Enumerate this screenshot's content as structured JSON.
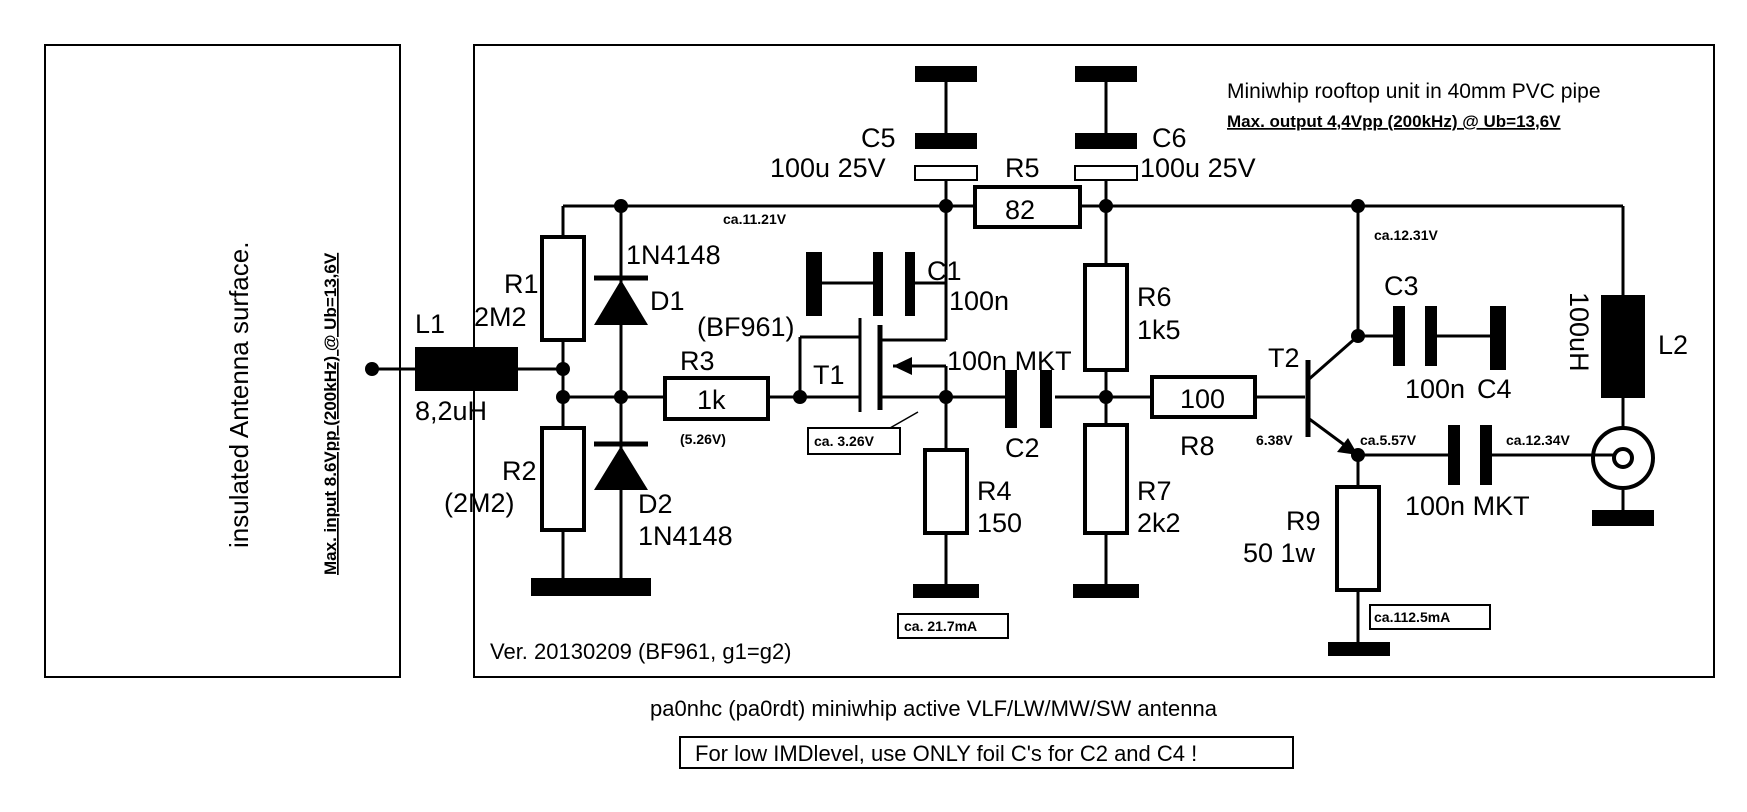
{
  "antenna_box": {
    "label": "insulated Antenna surface.",
    "max_input": "Max. input 8.6Vpp (200kHz) @ Ub=13,6V"
  },
  "unit_box": {
    "title": "Miniwhip rooftop unit in 40mm PVC pipe",
    "max_output": "Max. output 4,4Vpp (200kHz)  @ Ub=13,6V",
    "version": "Ver. 20130209 (BF961, g1=g2)"
  },
  "components": {
    "L1": {
      "name": "L1",
      "value": "8,2uH"
    },
    "R1": {
      "name": "R1",
      "value": "2M2"
    },
    "R2": {
      "name": "R2",
      "value": "(2M2)"
    },
    "D1": {
      "name": "D1",
      "type": "1N4148"
    },
    "D2": {
      "name": "D2",
      "type": "1N4148"
    },
    "R3": {
      "name": "R3",
      "value": "1k"
    },
    "T1": {
      "name": "T1",
      "type": "(BF961)"
    },
    "C1": {
      "name": "C1",
      "value": "100n"
    },
    "C2": {
      "name": "C2",
      "value": "100n MKT"
    },
    "C5": {
      "name": "C5",
      "value": "100u 25V"
    },
    "C6": {
      "name": "C6",
      "value": "100u 25V"
    },
    "R5": {
      "name": "R5",
      "value": "82"
    },
    "R4": {
      "name": "R4",
      "value": "150"
    },
    "R6": {
      "name": "R6",
      "value": "1k5"
    },
    "R7": {
      "name": "R7",
      "value": "2k2"
    },
    "R8": {
      "name": "R8",
      "value": "100"
    },
    "T2": {
      "name": "T2"
    },
    "C3": {
      "name": "C3",
      "value": "100n"
    },
    "C4": {
      "name": "C4",
      "value": "100n MKT"
    },
    "R9": {
      "name": "R9",
      "value": "50 1w"
    },
    "L2": {
      "name": "L2",
      "value": "100uH"
    }
  },
  "measurements": {
    "v1121": "ca.11.21V",
    "v1231": "ca.12.31V",
    "v526": "(5.26V)",
    "v326": "ca. 3.26V",
    "v638": "6.38V",
    "v557": "ca.5.57V",
    "v1234": "ca.12.34V",
    "i217": "ca. 21.7mA",
    "i1125": "ca.112.5mA"
  },
  "caption": "pa0nhc (pa0rdt) miniwhip active VLF/LW/MW/SW  antenna",
  "note": "For low IMDlevel, use ONLY foil C's for C2 and C4 !"
}
